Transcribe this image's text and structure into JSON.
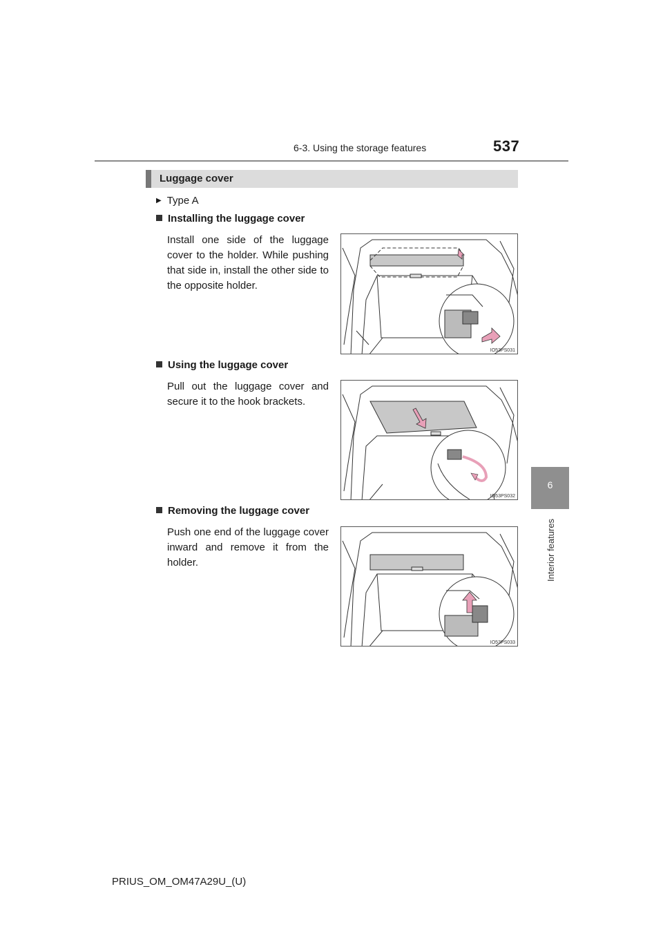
{
  "header": {
    "section": "6-3. Using the storage features",
    "page_number": "537"
  },
  "side_tab": {
    "chapter_number": "6",
    "chapter_title": "Interior features"
  },
  "section_title": "Luggage cover",
  "type_label": "Type A",
  "steps": [
    {
      "heading": "Installing the luggage cover",
      "body": "Install one side of the luggage cover to the holder. While pushing that side in, install the other side to the opposite holder.",
      "figure_code": "IO53PS031"
    },
    {
      "heading": "Using the luggage cover",
      "body": "Pull out the luggage cover and secure it to the hook brackets.",
      "figure_code": "IO53PS032"
    },
    {
      "heading": "Removing the luggage cover",
      "body": "Push one end of the luggage cover inward and remove it from the holder.",
      "figure_code": "IO53PS033"
    }
  ],
  "footer": "PRIUS_OM_OM47A29U_(U)",
  "colors": {
    "arrow_pink": "#e8a0b8",
    "cover_gray": "#c8c8c8",
    "section_bar": "#dcdcdc",
    "side_tab": "#8f8f8f"
  }
}
